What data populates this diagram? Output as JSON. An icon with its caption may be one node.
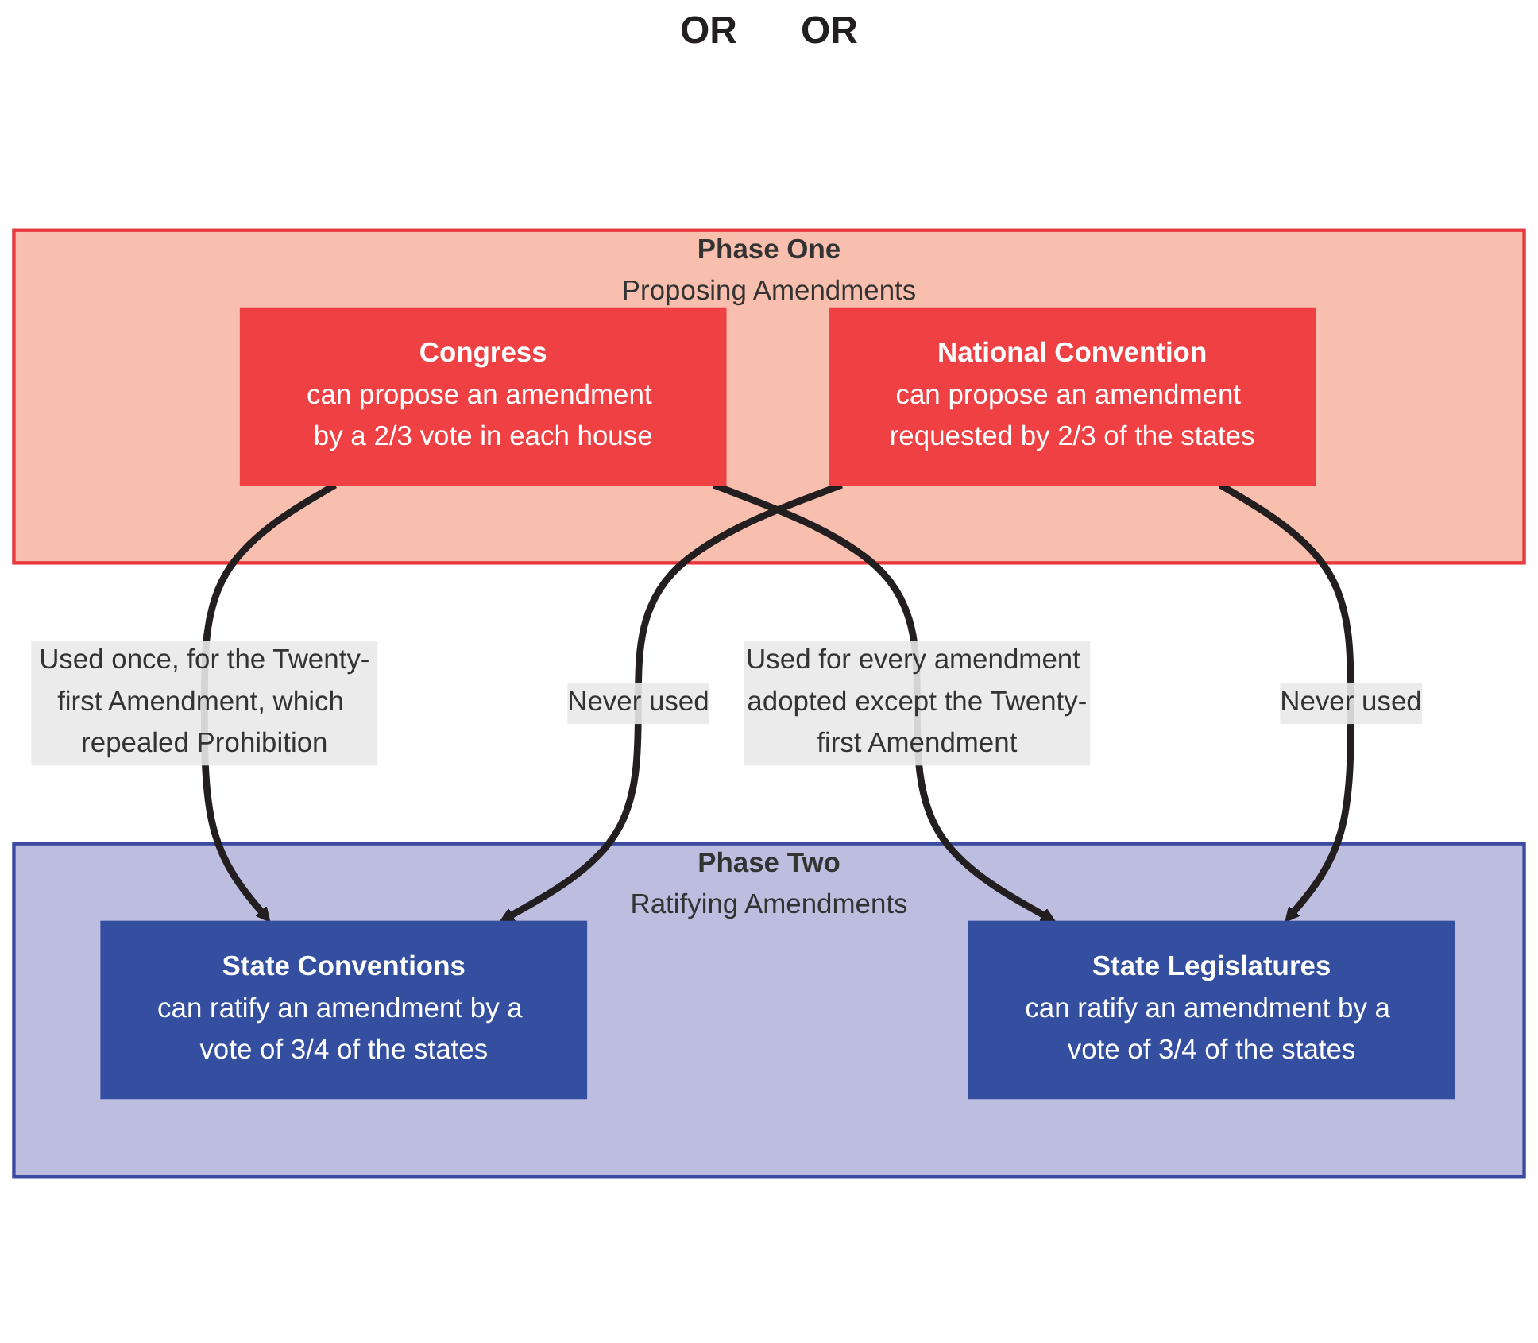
{
  "diagram": {
    "nodes": [
      {
        "text": [
          "Phase One",
          "Proposing Amendments"
        ]
      },
      {
        "text": [
          "Congress",
          "can propose an amendment by a 2/3 vote in each house"
        ],
        "in": 0
      },
      {
        "text": [
          "National Convention",
          "can propose an amendment requested by 2/3 of the states"
        ],
        "in": 0
      },
      {
        "text": [
          "Phase Two",
          "Ratifying Amendments"
        ]
      },
      {
        "text": [
          "State Conventions",
          "can ratify an amendment by a vote of 3/4 of the states"
        ],
        "in": 3
      },
      {
        "text": [
          "State Legislatures",
          "can ratify an amendment by a vote of 3/4 of the states"
        ],
        "in": 3
      }
    ],
    "edges": [
      {
        "from": 1,
        "to": 5,
        "arrow": "to",
        "label": "Used for every amendment adopted except the Twenty-first Amendment"
      },
      {
        "from": 1,
        "to": 4,
        "arrow": "to",
        "label": "Used once, for the Twenty-first Amendment, which repealed Prohibition"
      },
      {
        "from": 2,
        "to": 4,
        "arrow": "to",
        "label": "Never used"
      },
      {
        "from": 2,
        "to": 5,
        "arrow": "to",
        "label": "Never used"
      }
    ],
    "labels": [
      "OR",
      "OR"
    ]
  }
}
